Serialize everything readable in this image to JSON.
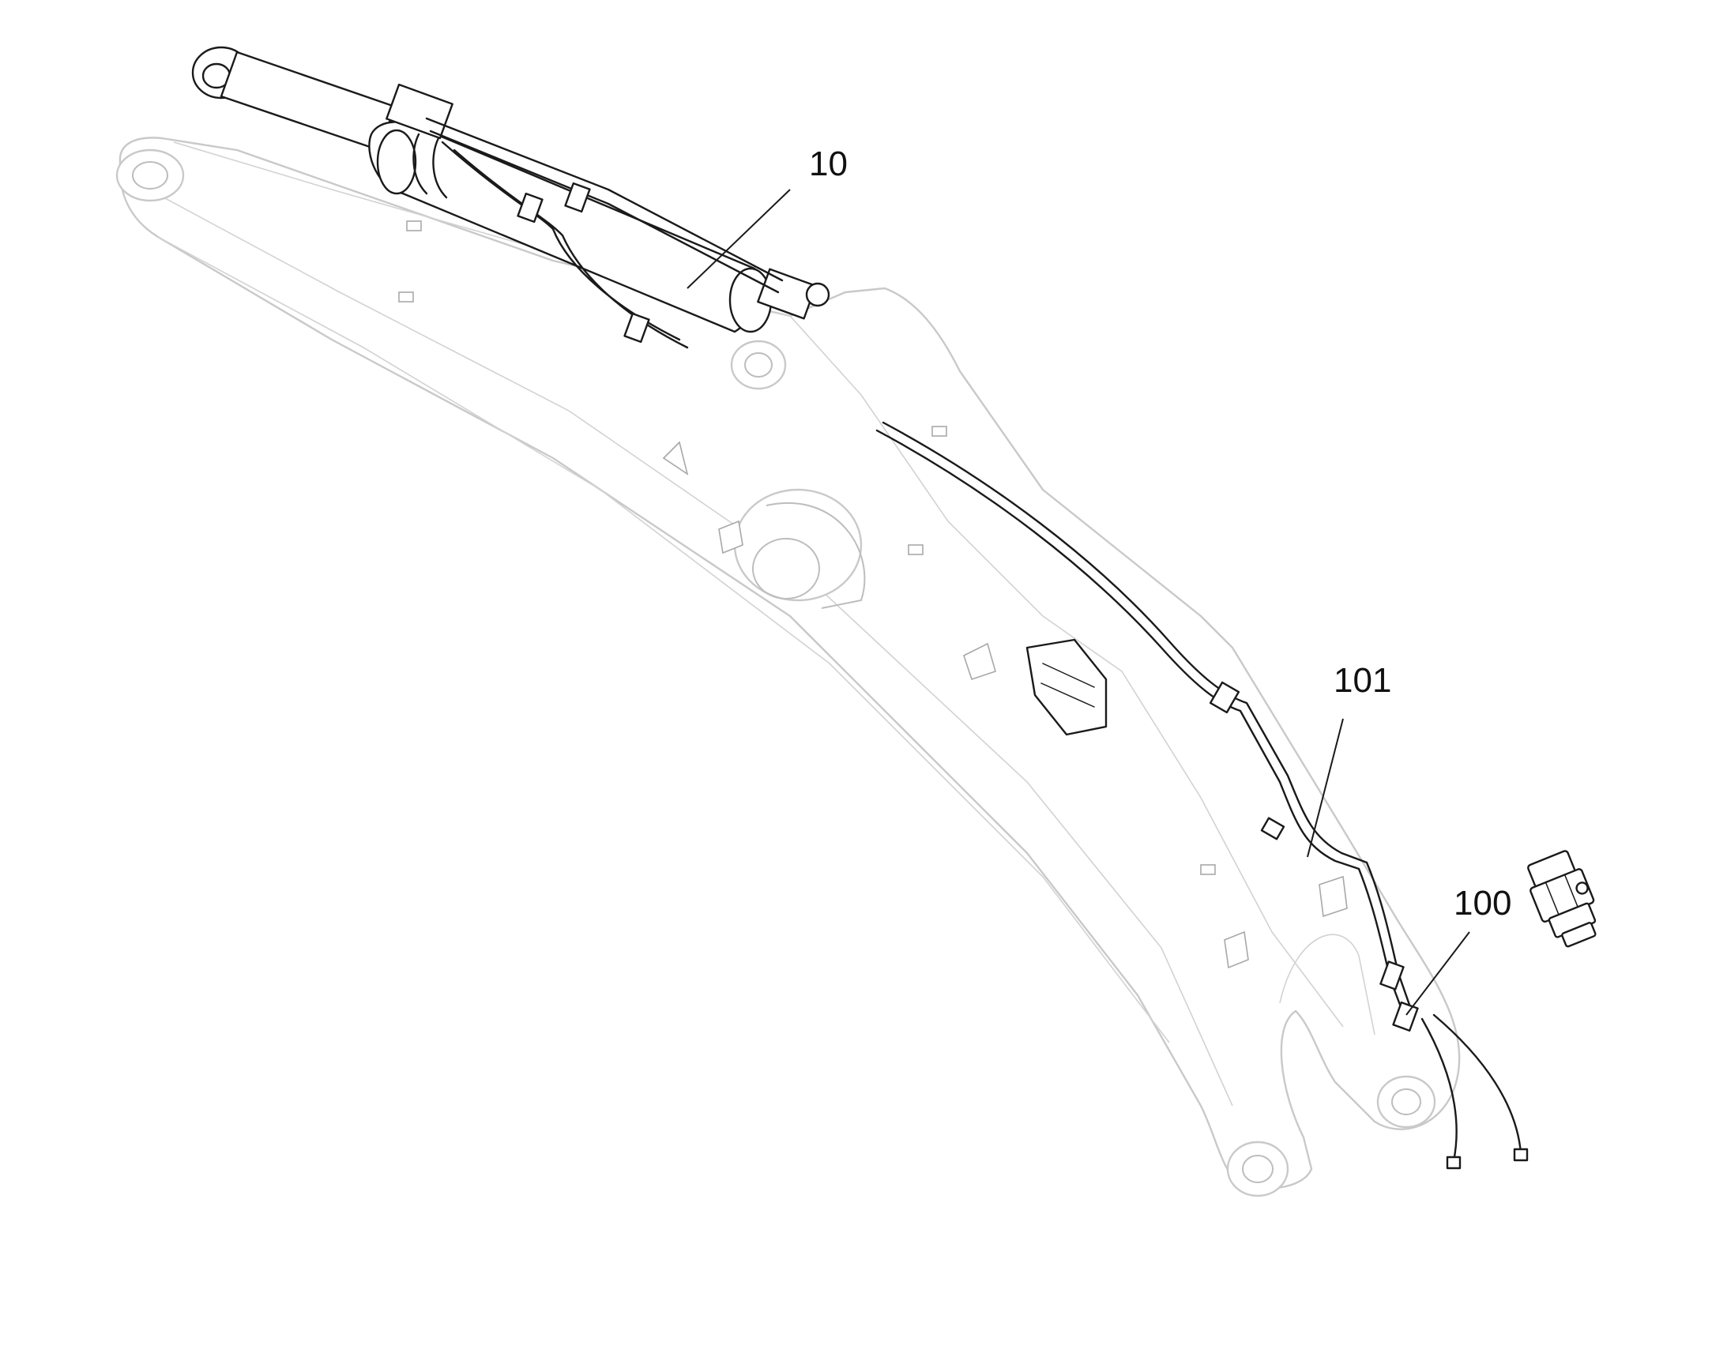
{
  "callouts": [
    {
      "id": "10",
      "label": "10"
    },
    {
      "id": "101",
      "label": "101"
    },
    {
      "id": "100",
      "label": "100"
    }
  ]
}
